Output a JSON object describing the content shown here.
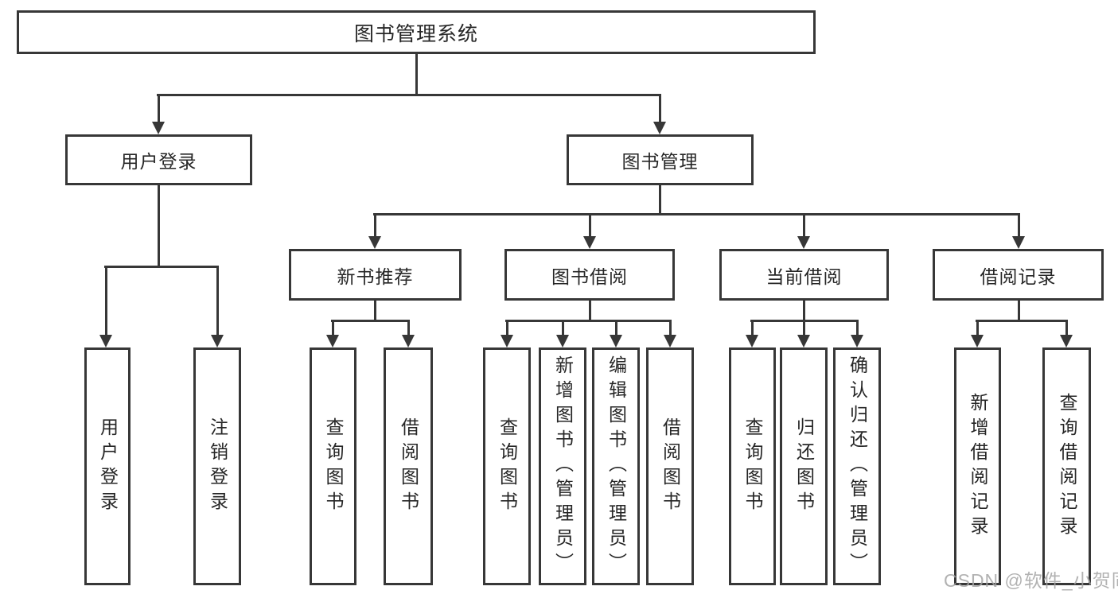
{
  "diagram": {
    "root": {
      "label": "图书管理系统"
    },
    "level2": [
      {
        "label": "用户登录"
      },
      {
        "label": "图书管理"
      }
    ],
    "level3": [
      {
        "label": "新书推荐",
        "parent": "图书管理"
      },
      {
        "label": "图书借阅",
        "parent": "图书管理"
      },
      {
        "label": "当前借阅",
        "parent": "图书管理"
      },
      {
        "label": "借阅记录",
        "parent": "图书管理"
      }
    ],
    "leaves": [
      {
        "label": "用户登录",
        "parent": "用户登录"
      },
      {
        "label": "注销登录",
        "parent": "用户登录"
      },
      {
        "label": "查询图书",
        "parent": "新书推荐"
      },
      {
        "label": "借阅图书",
        "parent": "新书推荐"
      },
      {
        "label": "查询图书",
        "parent": "图书借阅"
      },
      {
        "label": "新增图书（管理员）",
        "parent": "图书借阅"
      },
      {
        "label": "编辑图书（管理员）",
        "parent": "图书借阅"
      },
      {
        "label": "借阅图书",
        "parent": "图书借阅"
      },
      {
        "label": "查询图书",
        "parent": "当前借阅"
      },
      {
        "label": "归还图书",
        "parent": "当前借阅"
      },
      {
        "label": "确认归还（管理员）",
        "parent": "当前借阅"
      },
      {
        "label": "新增借阅记录",
        "parent": "借阅记录"
      },
      {
        "label": "查询借阅记录",
        "parent": "借阅记录"
      }
    ]
  },
  "watermark": {
    "text": "CSDN @软件_小贺同学"
  },
  "colors": {
    "line": "#373737",
    "box_fill": "#ffffff",
    "text": "#262626",
    "watermark": "#a5a5a5"
  }
}
